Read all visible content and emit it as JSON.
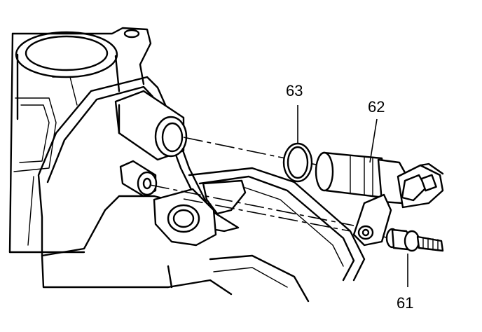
{
  "callouts": {
    "sensor": "62",
    "o_ring": "63",
    "bolt": "61"
  },
  "colors": {
    "line": "#000000",
    "background": "#ffffff"
  }
}
